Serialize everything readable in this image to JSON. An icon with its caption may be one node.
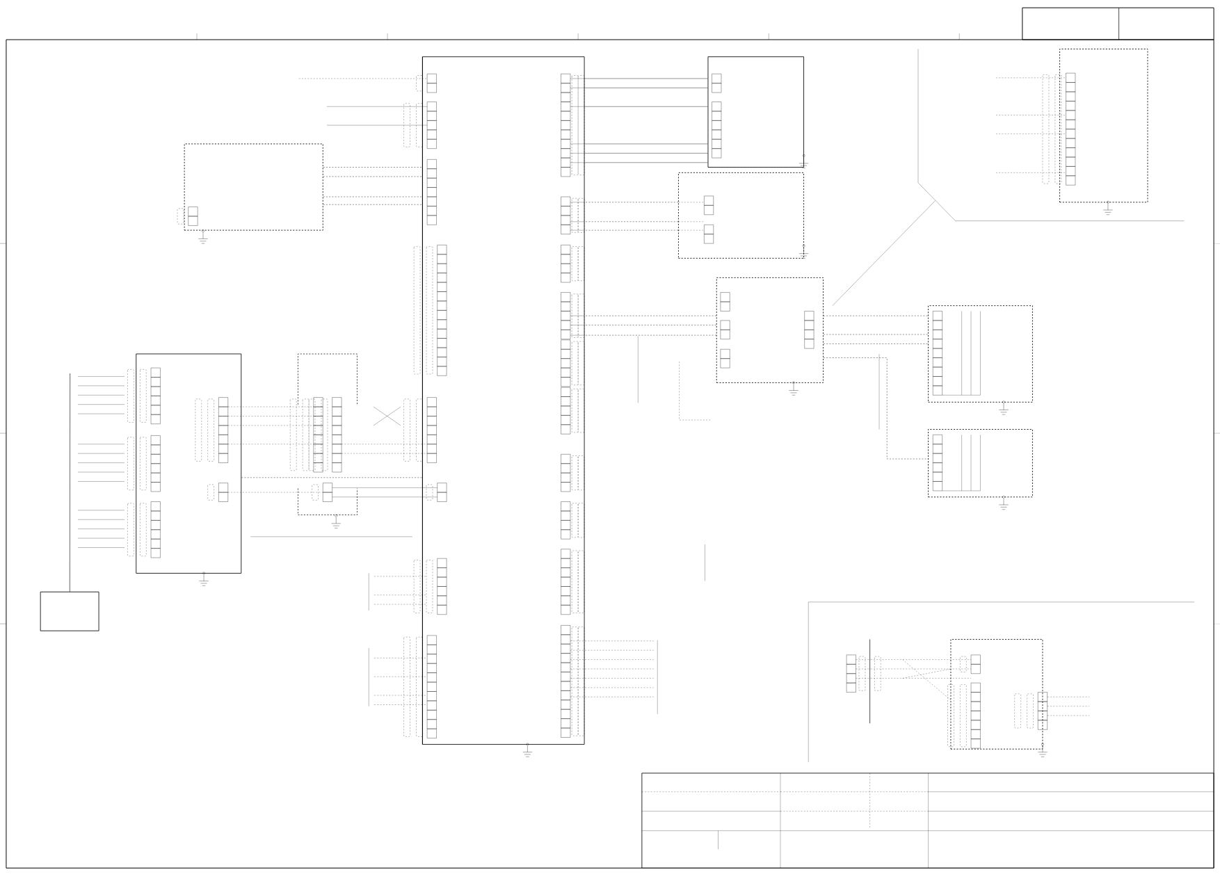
{
  "diagram": {
    "nodes": [
      {
        "text": [],
        "shape": "box"
      },
      {
        "text": [],
        "shape": "box"
      },
      {
        "text": [],
        "shape": "box"
      },
      {
        "text": [],
        "shape": "box"
      },
      {
        "text": [],
        "shape": "box"
      },
      {
        "text": [],
        "shape": "box"
      },
      {
        "text": [],
        "shape": "box"
      },
      {
        "text": [],
        "shape": "box"
      },
      {
        "text": [],
        "shape": "box"
      },
      {
        "text": [],
        "shape": "box"
      },
      {
        "text": [],
        "shape": "box"
      }
    ],
    "edges": [
      {
        "from": 0,
        "to": 1,
        "arrow": "none",
        "style": "dashed"
      },
      {
        "from": 2,
        "to": 1,
        "arrow": "none"
      },
      {
        "from": 3,
        "to": 1,
        "arrow": "none",
        "style": "dashed"
      },
      {
        "from": 4,
        "to": 1,
        "arrow": "none",
        "style": "dashed"
      },
      {
        "from": 4,
        "to": 7,
        "arrow": "none",
        "style": "dashed"
      },
      {
        "from": 6,
        "to": null,
        "arrow": "none"
      },
      {
        "from": 4,
        "to": 8,
        "arrow": "none",
        "style": "dashed"
      },
      {
        "from": 5,
        "to": 1,
        "arrow": "none",
        "style": "dashed"
      }
    ]
  }
}
